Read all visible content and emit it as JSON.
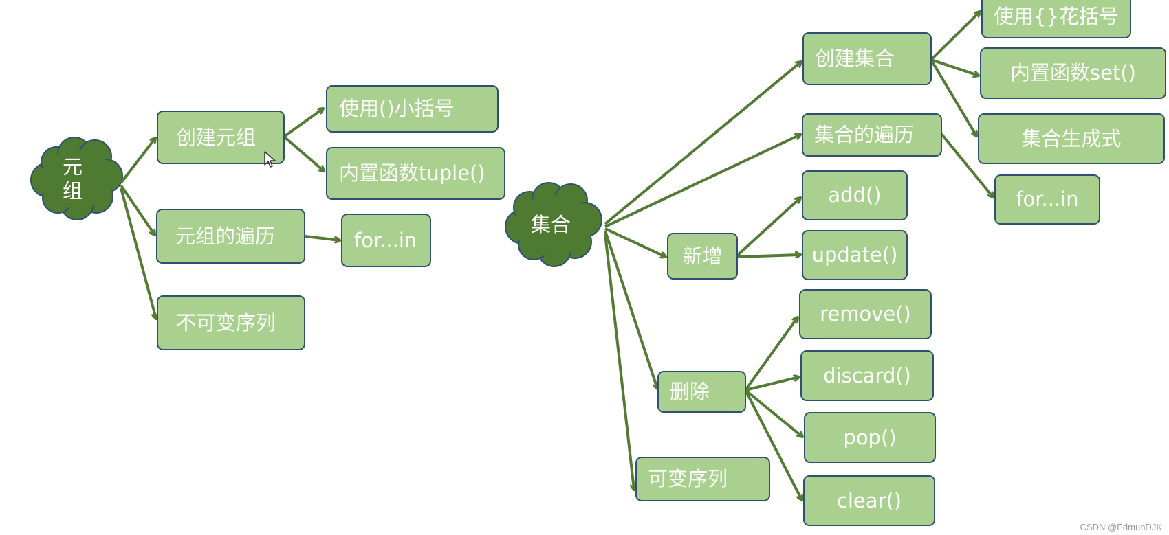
{
  "tuple": {
    "root": [
      "元",
      "组"
    ],
    "create": "创建元组",
    "create_paren": "使用()小括号",
    "create_tuple_fn": "内置函数tuple()",
    "traverse": "元组的遍历",
    "traverse_for": "for...in",
    "immutable": "不可变序列"
  },
  "set": {
    "root": "集合",
    "create": "创建集合",
    "create_brace": "使用{}花括号",
    "create_set_fn": "内置函数set()",
    "create_comprehension": "集合生成式",
    "traverse": "集合的遍历",
    "traverse_for": "for...in",
    "add": "新增",
    "add_fn": "add()",
    "update_fn": "update()",
    "delete": "删除",
    "remove_fn": "remove()",
    "discard_fn": "discard()",
    "pop_fn": "pop()",
    "clear_fn": "clear()",
    "mutable": "可变序列"
  },
  "watermark": "CSDN @EdmunDJK",
  "colors": {
    "cloud": "#4e7a31",
    "box_fill": "#a9d08e",
    "box_border": "#2f4f73",
    "arrow": "#537b35"
  }
}
